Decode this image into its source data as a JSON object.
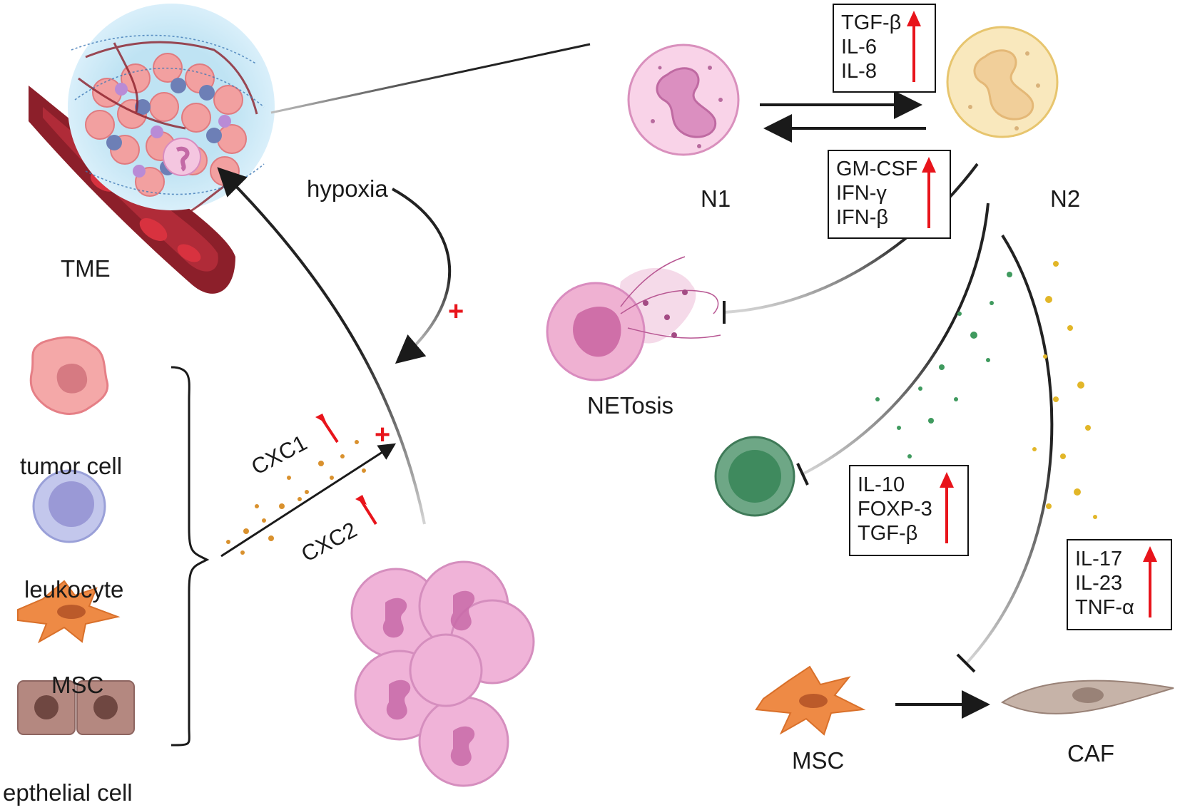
{
  "labels": {
    "tme": "TME",
    "hypoxia": "hypoxia",
    "n1": "N1",
    "n2": "N2",
    "netosis": "NETosis",
    "tumor_cell": "tumor cell",
    "leukocyte": "leukocyte",
    "msc_left": "MSC",
    "epithelial_cell": "epthelial cell",
    "cxc1": "CXC1",
    "cxc2": "CXC2",
    "msc_right": "MSC",
    "caf": "CAF",
    "plus_1": "+",
    "plus_2": "+"
  },
  "boxes": {
    "n1_to_n2": [
      "TGF-β",
      "IL-6",
      "IL-8"
    ],
    "n2_to_n1": [
      "GM-CSF",
      "IFN-γ",
      "IFN-β"
    ],
    "treg": [
      "IL-10",
      "FOXP-3",
      "TGF-β"
    ],
    "caf": [
      "IL-17",
      "IL-23",
      "TNF-α"
    ]
  },
  "colors": {
    "n1_fill": "#f4c6e0",
    "n2_fill": "#f7e6b3",
    "neutrophil_nucleus": "#d98cbf",
    "up_arrow": "#e8141b",
    "plus": "#e8141b",
    "treg_cell": "#3f8a5e",
    "msc": "#e8873f",
    "caf": "#b9a79d",
    "blood_vessel": "#8c1f2a"
  }
}
